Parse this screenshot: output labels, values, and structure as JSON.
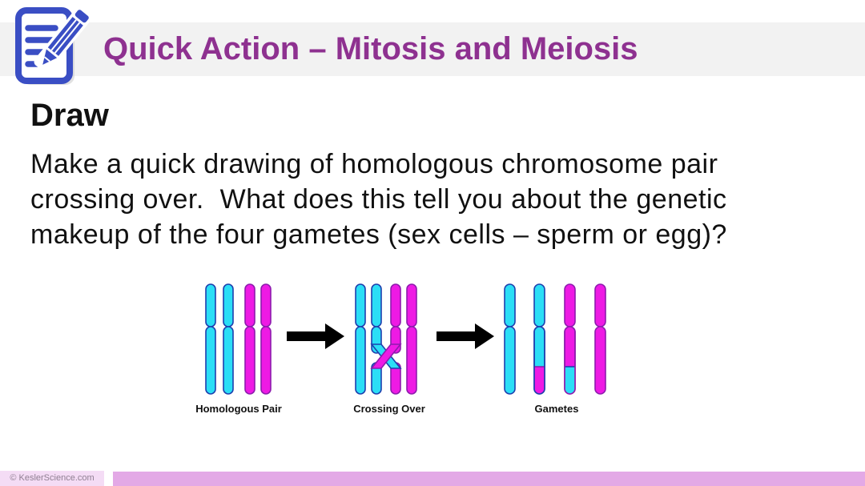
{
  "slide": {
    "header": {
      "title": "Quick Action – Mitosis and Meiosis",
      "icon": "notepad-pencil-icon"
    },
    "heading": "Draw",
    "body": {
      "lines": [
        "Make a quick drawing of homologous chromosome pair",
        "crossing over.  What does this tell you about the genetic",
        "makeup of the four gametes (sex cells – sperm or egg)?"
      ]
    },
    "diagram": {
      "description": "homologous chromosome pair crossing over sequence",
      "labels": {
        "homologous_pair": "Homologous Pair",
        "crossing_over": "Crossing Over",
        "gametes": "Gametes"
      },
      "stages": [
        {
          "name": "Homologous Pair",
          "chromatids": [
            "cyan",
            "cyan",
            "magenta",
            "magenta"
          ]
        },
        {
          "name": "Crossing Over",
          "chromatids": [
            "cyan",
            "cyan-crossing",
            "magenta-crossing",
            "magenta"
          ]
        },
        {
          "name": "Gametes",
          "chromatids": [
            "cyan",
            "cyan-with-magenta-tip",
            "magenta-with-cyan-tip",
            "magenta"
          ]
        }
      ]
    },
    "footer": {
      "copyright": "© KeslerScience.com"
    }
  },
  "theme": {
    "title-purple": "#8e3190",
    "band-gray": "#f2f2f2",
    "icon-blue": "#3a4ec4",
    "text-black": "#111111",
    "chrom-cyan": "#2bdef6",
    "chrom-cyan-outline": "#1d3fae",
    "chrom-magenta": "#ee1ae4",
    "chrom-magenta-outline": "#8e1bae",
    "arrow-black": "#000000",
    "footer-box-pink": "#f4dcf5",
    "footer-bar-pink": "#e3a9e6",
    "footer-text": "#8f7f92"
  }
}
